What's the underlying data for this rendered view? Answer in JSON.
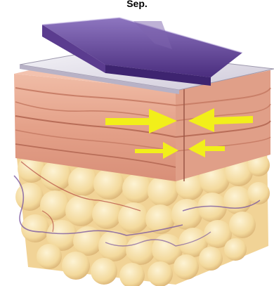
{
  "header": {
    "text": "Sep."
  },
  "illustration": {
    "subject": "skin-layers-cross-section",
    "colors": {
      "dressing_gel": "#5b3c8f",
      "dressing_film": "#e7e4ef",
      "dermis": "#e8aa93",
      "dermis_dark": "#c97f68",
      "fat": "#f5dfa9",
      "fat_shadow": "#dcb877",
      "arrow": "#f2ef1a",
      "vessel": "#7d5aa0"
    },
    "arrows": [
      {
        "name": "upper-left-arrow",
        "direction": "right"
      },
      {
        "name": "upper-right-arrow",
        "direction": "left"
      },
      {
        "name": "lower-left-arrow",
        "direction": "right"
      },
      {
        "name": "lower-right-arrow",
        "direction": "left"
      }
    ]
  }
}
